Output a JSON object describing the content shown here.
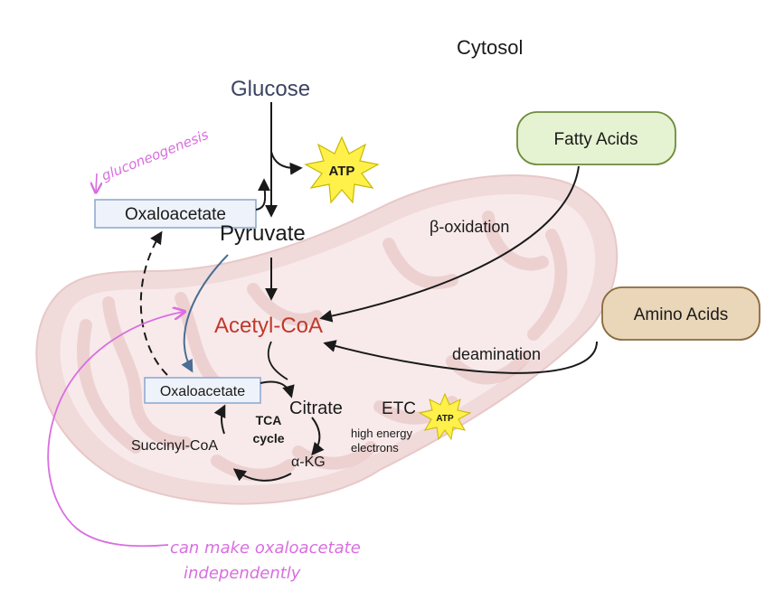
{
  "labels": {
    "cytosol": "Cytosol",
    "glucose": "Glucose",
    "atp_top": "ATP",
    "pyruvate": "Pyruvate",
    "oxaloacetate_top": "Oxaloacetate",
    "fatty_acids": "Fatty Acids",
    "beta_oxidation": "β-oxidation",
    "acetyl_coa": "Acetyl-CoA",
    "amino_acids": "Amino Acids",
    "deamination": "deamination",
    "oxaloacetate_tca": "Oxaloacetate",
    "citrate": "Citrate",
    "etc": "ETC",
    "atp_small": "ATP",
    "high_energy_1": "high energy",
    "high_energy_2": "electrons",
    "tca_1": "TCA",
    "tca_2": "cycle",
    "succinyl_coa": "Succinyl-CoA",
    "alpha_kg": "α-KG"
  },
  "annotations": {
    "gluconeogenesis": "gluconeogenesis",
    "note_line1": "can make oxaloacetate",
    "note_line2": "independently"
  },
  "colors": {
    "mito_outer": "#f1dada",
    "mito_inner": "#f8eaea",
    "mito_cristae": "#e3bcbc",
    "acetyl_coa": "#c0392b",
    "glucose": "#3b4460",
    "fatty_box_fill": "#e6f3d2",
    "fatty_box_stroke": "#6e8c3b",
    "amino_box_fill": "#ead6b8",
    "amino_box_stroke": "#8a6a3e",
    "oxalo_fill": "#eef3fb",
    "oxalo_stroke": "#8ba5cf",
    "atp_fill": "#fff04a",
    "handwriting": "#d96ee0",
    "blue_arrow": "#4a6e94"
  }
}
